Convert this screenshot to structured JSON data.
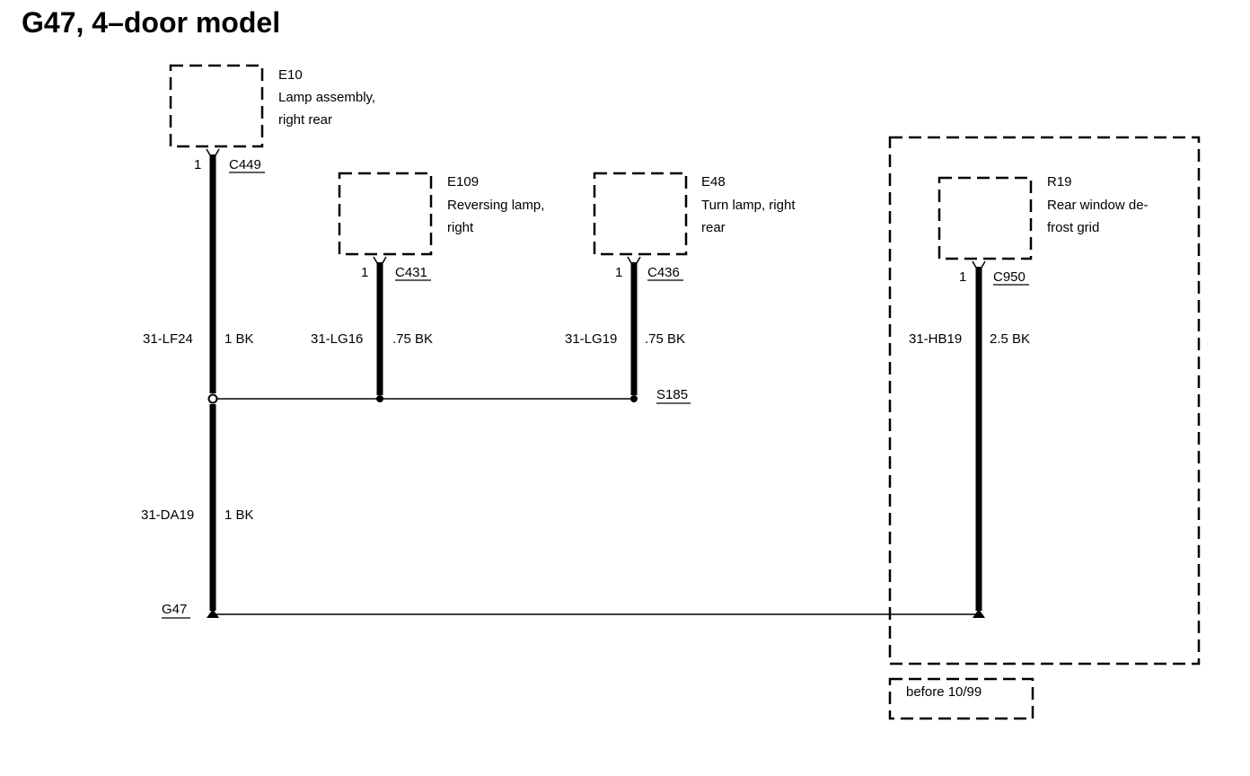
{
  "title": "G47, 4–door model",
  "components": {
    "e10": {
      "id": "E10",
      "desc_line1": "Lamp assembly,",
      "desc_line2": "right rear",
      "pin": "1",
      "connector": "C449"
    },
    "e109": {
      "id": "E109",
      "desc_line1": "Reversing lamp,",
      "desc_line2": "right",
      "pin": "1",
      "connector": "C431"
    },
    "e48": {
      "id": "E48",
      "desc_line1": "Turn lamp, right",
      "desc_line2": "rear",
      "pin": "1",
      "connector": "C436"
    },
    "r19": {
      "id": "R19",
      "desc_line1": "Rear window de-",
      "desc_line2": "frost grid",
      "pin": "1",
      "connector": "C950"
    }
  },
  "wires": {
    "lf24": {
      "code": "31-LF24",
      "spec": "1 BK"
    },
    "lg16": {
      "code": "31-LG16",
      "spec": ".75 BK"
    },
    "lg19": {
      "code": "31-LG19",
      "spec": ".75 BK"
    },
    "hb19": {
      "code": "31-HB19",
      "spec": "2.5 BK"
    },
    "da19": {
      "code": "31-DA19",
      "spec": "1 BK"
    }
  },
  "splice": "S185",
  "ground": "G47",
  "variant_note": "before 10/99"
}
